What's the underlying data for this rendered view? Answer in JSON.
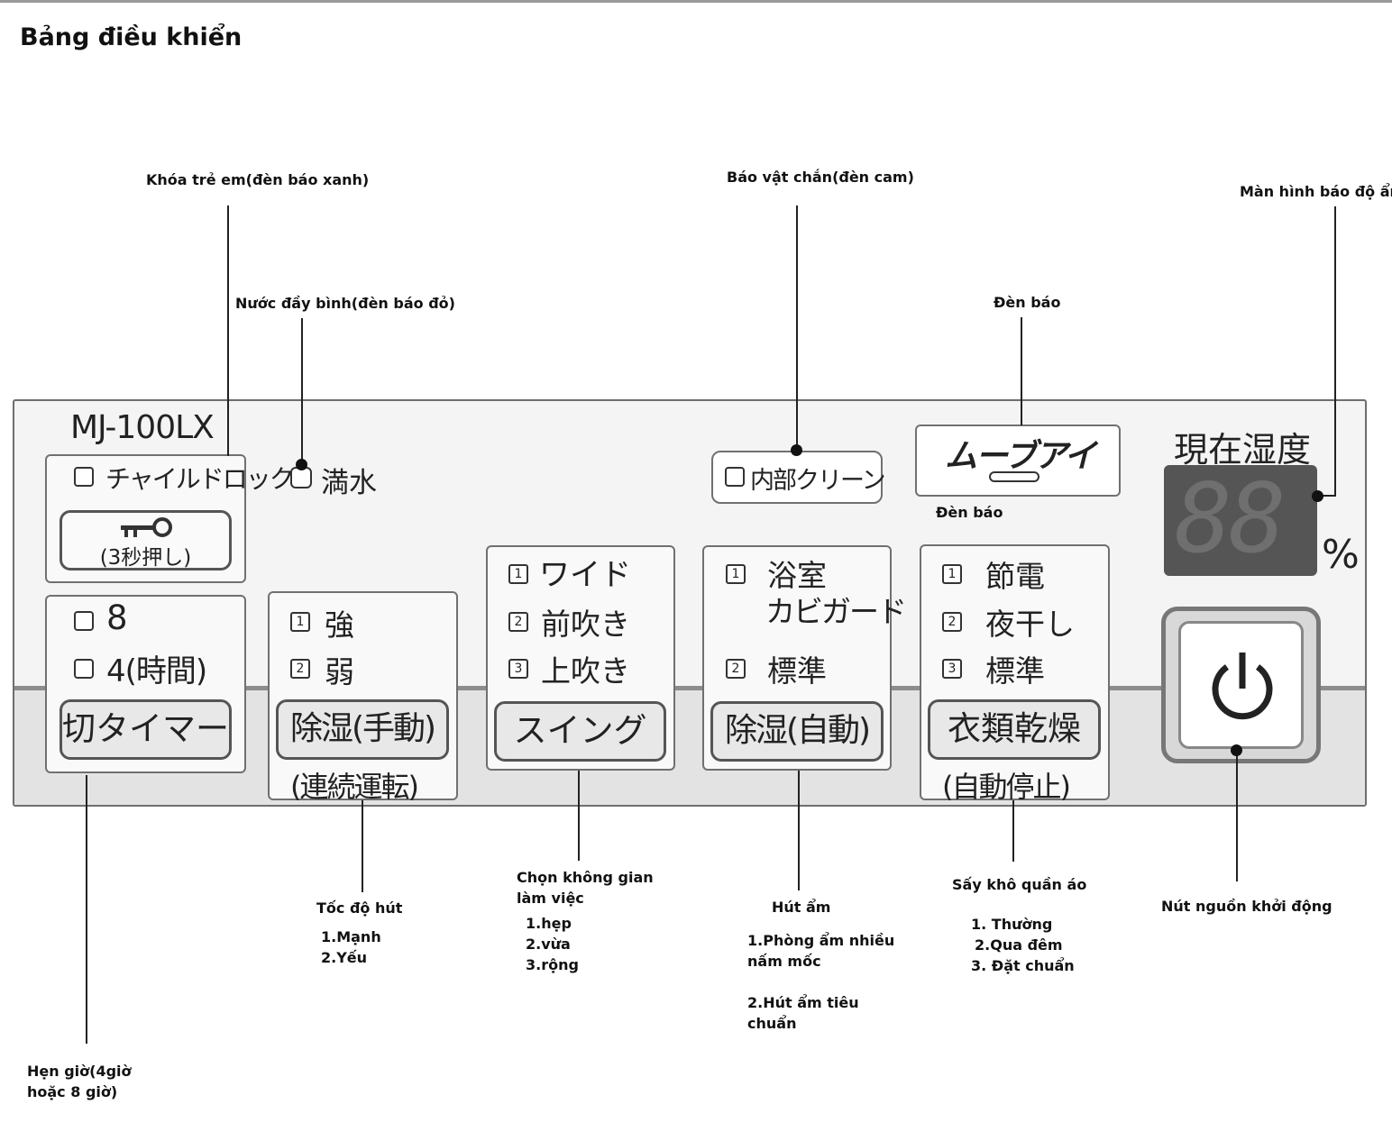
{
  "page_title": "Bảng điều khiển",
  "annotations": {
    "child_lock": "Khóa trẻ em(đèn báo xanh)",
    "water_full": "Nước đầy bình(đèn báo đỏ)",
    "obstacle": "Báo vật chắn(đèn cam)",
    "indicator_top": "Đèn báo",
    "indicator_bottom": "Đèn báo",
    "humidity_display": "Màn hình báo độ ẩm",
    "timer": [
      "Hẹn giờ(4giờ",
      "hoặc 8 giờ)"
    ],
    "fan_speed": {
      "title": "Tốc độ hút",
      "items": [
        "1.Mạnh",
        "2.Yếu"
      ]
    },
    "work_space": {
      "title": [
        "Chọn không gian",
        "làm việc"
      ],
      "items": [
        "1.hẹp",
        "2.vừa",
        "3.rộng"
      ]
    },
    "dehumidify": {
      "title": "Hút ẩm",
      "items": [
        "1.Phòng ẩm nhiều",
        "nấm mốc",
        "2.Hút ẩm tiêu",
        "chuẩn"
      ]
    },
    "clothes_dry": {
      "title": "Sấy khô quần áo",
      "items": [
        "1. Thường",
        "2.Qua đêm",
        "3. Đặt chuẩn"
      ]
    },
    "power": "Nút nguồn khởi động"
  },
  "panel": {
    "model": "MJ-100LX",
    "child_lock_label": "チャイルドロック",
    "child_lock_button": "(3秒押し)",
    "water_full_label": "満水",
    "internal_clean_label": "内部クリーン",
    "move_eye_logo": "ムーブアイ",
    "humidity_title": "現在湿度",
    "humidity_value": "88",
    "humidity_unit": "%",
    "timer_options": [
      "8",
      "4(時間)"
    ],
    "timer_button": "切タイマー",
    "manual_options": [
      {
        "n": "1",
        "label": "強"
      },
      {
        "n": "2",
        "label": "弱"
      }
    ],
    "manual_button": "除湿(手動)",
    "manual_sub": "(連続運転)",
    "swing_options": [
      {
        "n": "1",
        "label": "ワイド"
      },
      {
        "n": "2",
        "label": "前吹き"
      },
      {
        "n": "3",
        "label": "上吹き"
      }
    ],
    "swing_button": "スイング",
    "auto_options": [
      {
        "n": "1",
        "label": "浴室"
      },
      {
        "n": "",
        "label": "カビガード"
      },
      {
        "n": "2",
        "label": "標準"
      }
    ],
    "auto_button": "除湿(自動)",
    "clothes_options": [
      {
        "n": "1",
        "label": "節電"
      },
      {
        "n": "2",
        "label": "夜干し"
      },
      {
        "n": "3",
        "label": "標準"
      }
    ],
    "clothes_button": "衣類乾燥",
    "clothes_sub": "(自動停止)"
  },
  "colors": {
    "panel_bg": "#f4f4f4",
    "band_bg": "#e3e3e3",
    "display_bg": "#555555",
    "digit_color": "#6f6f6f"
  }
}
